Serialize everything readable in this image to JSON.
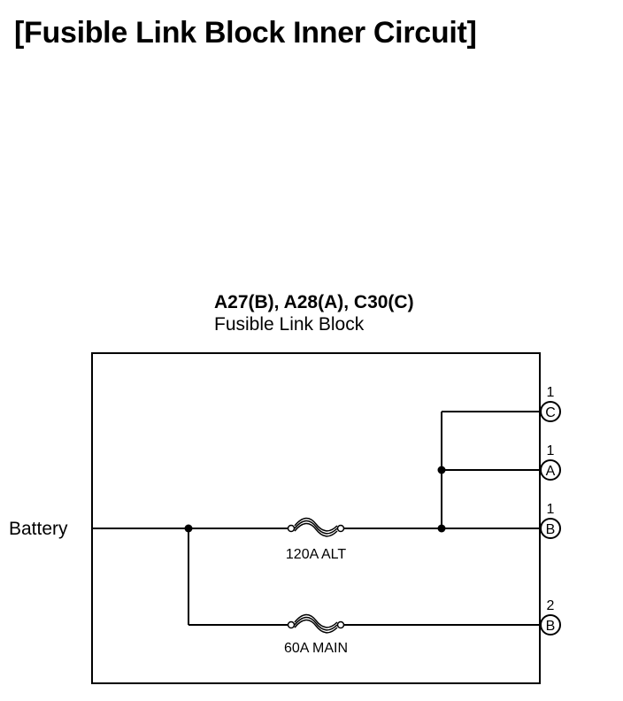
{
  "title": "[Fusible Link Block Inner Circuit]",
  "connector": {
    "ids": "A27(B), A28(A), C30(C)",
    "name": "Fusible Link Block"
  },
  "input_label": "Battery",
  "fuses": [
    {
      "label": "120A ALT"
    },
    {
      "label": "60A MAIN"
    }
  ],
  "terminals": [
    {
      "letter": "C",
      "pin": "1"
    },
    {
      "letter": "A",
      "pin": "1"
    },
    {
      "letter": "B",
      "pin": "1"
    },
    {
      "letter": "B",
      "pin": "2"
    }
  ]
}
